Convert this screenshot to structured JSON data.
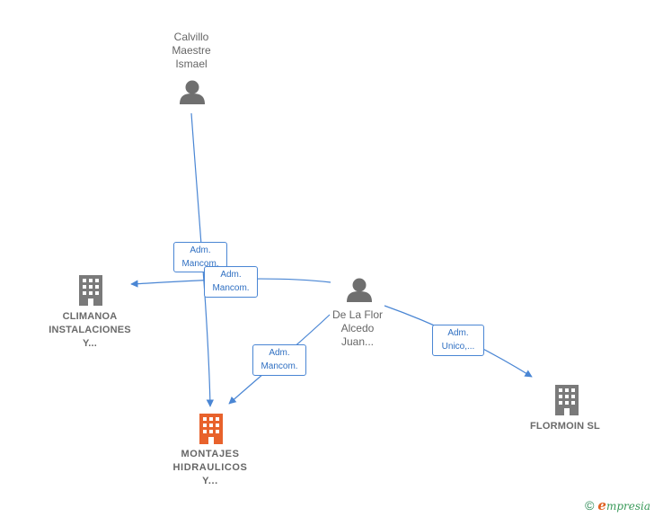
{
  "nodes": {
    "calvillo": {
      "type": "person",
      "lines": [
        "Calvillo",
        "Maestre",
        "Ismael"
      ]
    },
    "delaflor": {
      "type": "person",
      "lines": [
        "De La Flor",
        "Alcedo",
        "Juan..."
      ]
    },
    "climanoa": {
      "type": "company",
      "lines": [
        "CLIMANOA",
        "INSTALACIONES",
        "Y..."
      ]
    },
    "montajes": {
      "type": "company-main",
      "lines": [
        "MONTAJES",
        "HIDRAULICOS",
        "Y..."
      ]
    },
    "flormoin": {
      "type": "company",
      "lines": [
        "FLORMOIN SL"
      ]
    }
  },
  "edges": [
    {
      "from": "calvillo",
      "to": "montajes",
      "lines": [
        "Adm.",
        "Mancom."
      ]
    },
    {
      "from": "delaflor",
      "to": "climanoa",
      "lines": [
        "Adm.",
        "Mancom."
      ]
    },
    {
      "from": "delaflor",
      "to": "montajes",
      "lines": [
        "Adm.",
        "Mancom."
      ]
    },
    {
      "from": "delaflor",
      "to": "flormoin",
      "lines": [
        "Adm.",
        "Unico,..."
      ]
    }
  ],
  "colors": {
    "edge": "#4a86d4",
    "person_icon": "#6f6f6f",
    "company_icon": "#7a7a7a",
    "main_company_icon": "#e8622c"
  },
  "footer": {
    "copyright": "©",
    "brand_initial": "e",
    "brand_rest": "mpresia"
  }
}
